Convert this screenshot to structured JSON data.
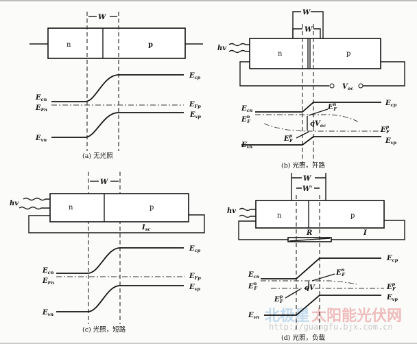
{
  "panels": {
    "a": {
      "caption": "(a) 无光照",
      "W": "W",
      "n": "n",
      "p": "p",
      "labels": {
        "Ecn": {
          "b": "E",
          "s": "cn"
        },
        "EFn": {
          "b": "E",
          "s": "Fn"
        },
        "Evn": {
          "b": "E",
          "s": "vn"
        },
        "Ecp": {
          "b": "E",
          "s": "cp"
        },
        "EFp": {
          "b": "E",
          "s": "Fp"
        },
        "Evp": {
          "b": "E",
          "s": "vp"
        }
      }
    },
    "b": {
      "caption": "(b) 光照，开路",
      "W": "W",
      "W2": "W'",
      "n": "n",
      "p": "p",
      "hv": "hv",
      "Voc": {
        "b": "V",
        "s": "oc"
      },
      "qV": {
        "b": "qV",
        "s": "oc"
      },
      "labels": {
        "Ecn": {
          "b": "E",
          "s": "cn"
        },
        "EFn": {
          "b": "E",
          "sup": "n",
          "s": "F"
        },
        "Evn": {
          "b": "E",
          "s": "vn"
        },
        "Ecp": {
          "b": "E",
          "s": "cp"
        },
        "EFp_r": {
          "b": "E",
          "sup": "p",
          "s": "F"
        },
        "Evp": {
          "b": "E",
          "s": "vp"
        },
        "EFn_mid": {
          "b": "E",
          "sup": "n",
          "s": "F"
        },
        "EFp_mid": {
          "b": "E",
          "sup": "p",
          "s": "F"
        }
      }
    },
    "c": {
      "caption": "(c) 光照，短路",
      "W": "W",
      "n": "n",
      "p": "p",
      "hv": "hv",
      "Isc": {
        "b": "I",
        "s": "sc"
      },
      "labels": {
        "Ecn": {
          "b": "E",
          "s": "cn"
        },
        "EFn": {
          "b": "E",
          "s": "Fn"
        },
        "Evn": {
          "b": "E",
          "s": "vn"
        },
        "Ecp": {
          "b": "E",
          "s": "cp"
        },
        "EFp": {
          "b": "E",
          "s": "Fp"
        },
        "Evp": {
          "b": "E",
          "s": "vp"
        }
      }
    },
    "d": {
      "caption": "(d) 光照，负载",
      "W": "W",
      "W2": "W'",
      "n": "n",
      "p": "p",
      "hv": "hv",
      "R": "R",
      "I": "I",
      "qV": "qV",
      "labels": {
        "Ecn": {
          "b": "E",
          "s": "cn"
        },
        "EFn": {
          "b": "E",
          "sup": "n",
          "s": "F"
        },
        "Evn": {
          "b": "E",
          "s": "vn"
        },
        "Ecp": {
          "b": "E",
          "s": "cp"
        },
        "EFp_r": {
          "b": "E",
          "sup": "p",
          "s": "F"
        },
        "Evp": {
          "b": "E",
          "s": "vp"
        },
        "EFn_mid": {
          "b": "E",
          "sup": "n",
          "s": "F"
        },
        "EFp_mid": {
          "b": "E",
          "sup": "p",
          "s": "F"
        }
      }
    }
  },
  "watermark": {
    "cn_blue": "北极星",
    "cn_red": "太阳能光伏网",
    "url": "http://guangfu.bjx.com.cn"
  }
}
